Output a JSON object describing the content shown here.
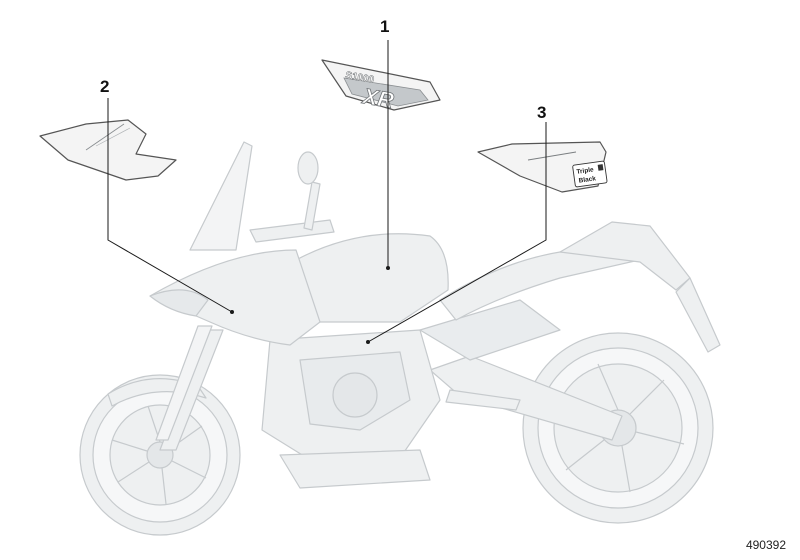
{
  "callouts": {
    "part1": "1",
    "part2": "2",
    "part3": "3"
  },
  "decal_text": {
    "model_badge": "S1000",
    "model_letters": "XR",
    "edition_line1": "Triple",
    "edition_line2": "Black"
  },
  "diagram_number": "490392",
  "colors": {
    "ink": "#111111",
    "leader": "#1a1a1a",
    "ghost_fill": "#eef0f1",
    "ghost_stroke": "#c6cacd",
    "decal_fill": "#f4f4f4"
  }
}
